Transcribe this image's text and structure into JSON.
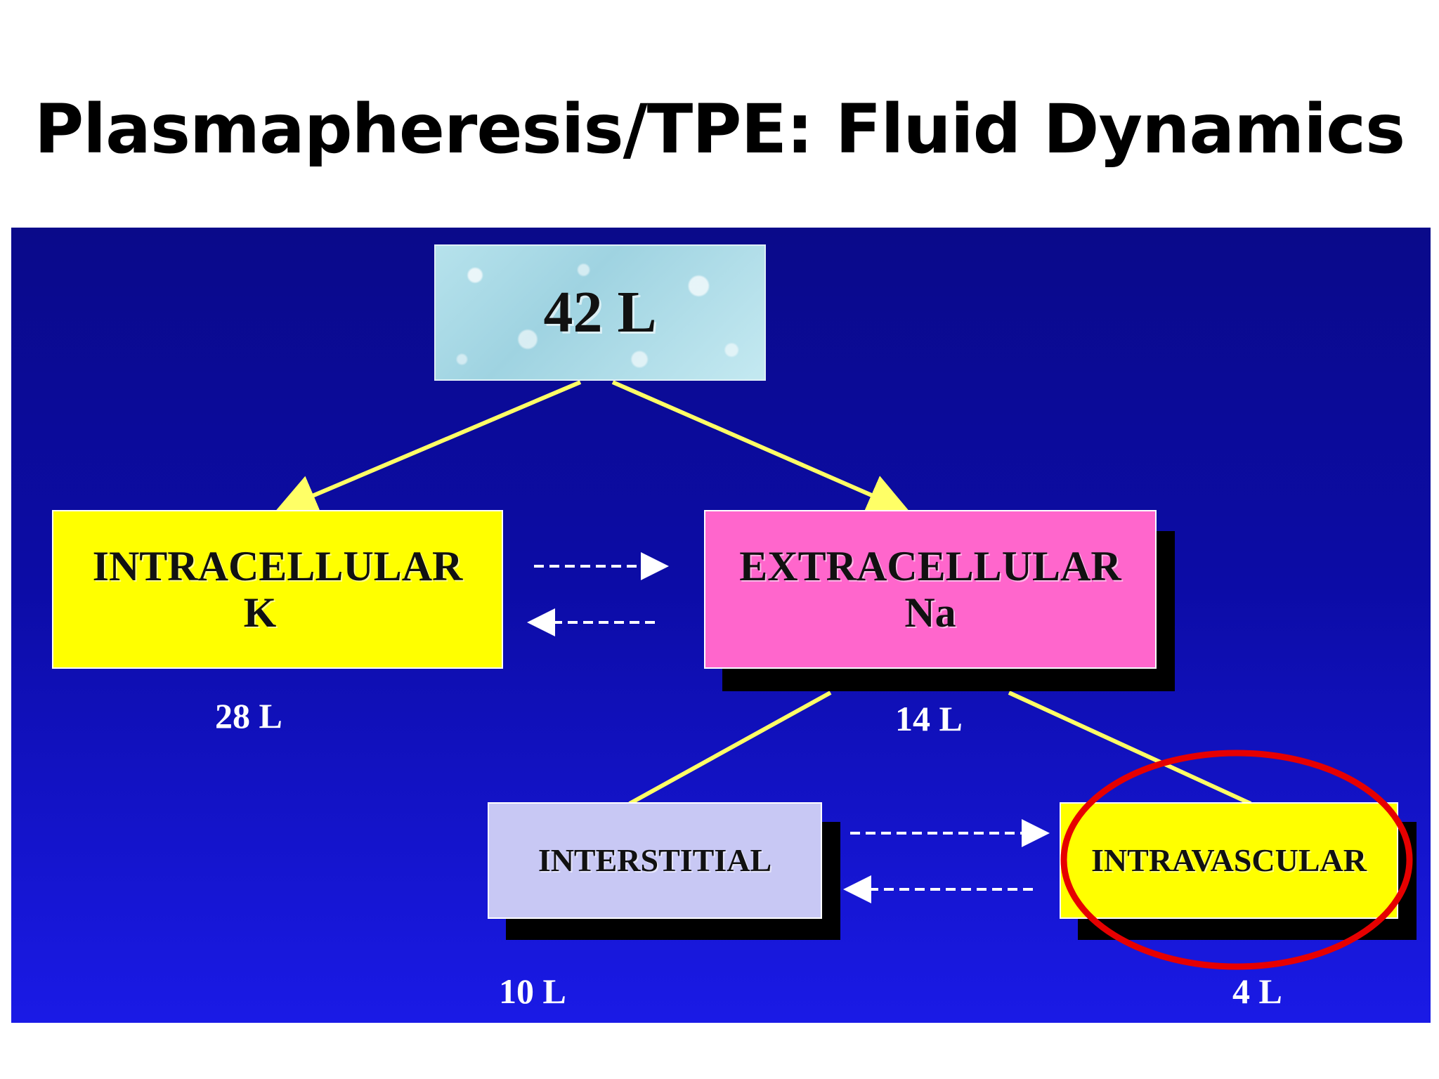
{
  "title": "Plasmapheresis/TPE: Fluid Dynamics",
  "colors": {
    "panel_top": "#0a0a8a",
    "panel_bottom": "#1a1ae6",
    "connector": "#ffff66",
    "dashed_arrow": "#ffffff",
    "intracellular_fill": "#ffff00",
    "extracellular_fill": "#ff66cc",
    "interstitial_fill": "#c8c8f4",
    "intravascular_fill": "#ffff00",
    "highlight_ring": "#e60000"
  },
  "diagram": {
    "total": {
      "label": "42 L"
    },
    "intracellular": {
      "line1": "INTRACELLULAR",
      "line2": "K",
      "volume": "28 L"
    },
    "extracellular": {
      "line1": "EXTRACELLULAR",
      "line2": "Na",
      "volume": "14 L"
    },
    "interstitial": {
      "label": "INTERSTITIAL",
      "volume": "10 L"
    },
    "intravascular": {
      "label": "INTRAVASCULAR",
      "volume": "4 L",
      "highlighted": true
    }
  }
}
